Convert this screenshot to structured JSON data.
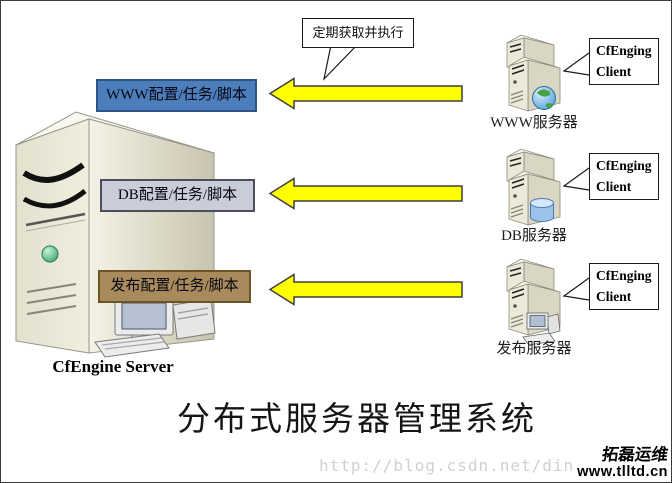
{
  "top_callout": {
    "text": "定期获取并执行"
  },
  "cfengine_server": {
    "label": "CfEngine Server"
  },
  "config_boxes": [
    {
      "id": "www",
      "label": "WWW配置/任务/脚本",
      "bg": "#4d7ebc",
      "border": "#2d5486"
    },
    {
      "id": "db",
      "label": "DB配置/任务/脚本",
      "bg": "#c9cdd9",
      "border": "#4e4e5a"
    },
    {
      "id": "publish",
      "label": "发布配置/任务/脚本",
      "bg": "#a98a5c",
      "border": "#6b5425"
    }
  ],
  "arrows": {
    "fill": "#ffff00",
    "outline": "#3f3f3f",
    "direction": "left",
    "count": 3
  },
  "clients": [
    {
      "server_label": "WWW服务器",
      "callout_line1": "CfEnging",
      "callout_line2": "Client",
      "accessory": "globe-icon"
    },
    {
      "server_label": "DB服务器",
      "callout_line1": "CfEnging",
      "callout_line2": "Client",
      "accessory": "database-icon"
    },
    {
      "server_label": "发布服务器",
      "callout_line1": "CfEnging",
      "callout_line2": "Client",
      "accessory": "computer-icon"
    }
  ],
  "title": "分布式服务器管理系统",
  "watermark": "http://blog.csdn.net/din",
  "logo": {
    "line1": "拓磊运维",
    "line2": "www.tlltd.cn"
  }
}
